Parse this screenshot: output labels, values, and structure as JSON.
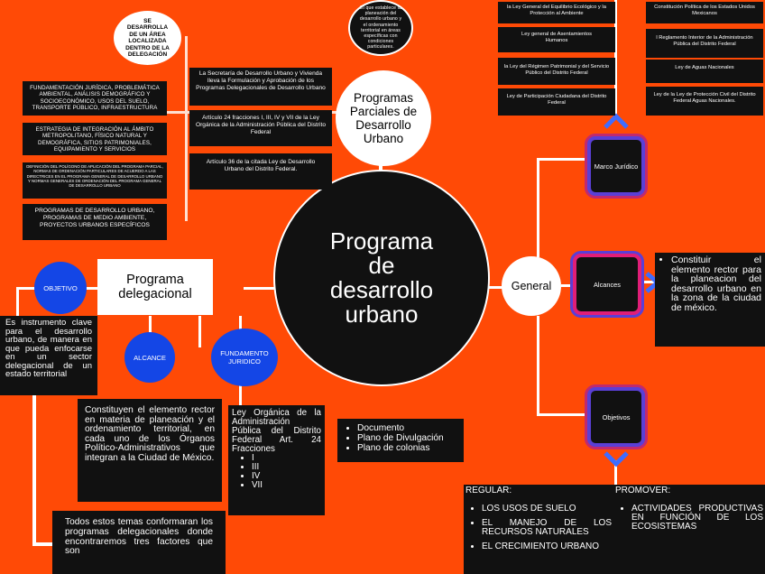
{
  "center": {
    "title": "Programa de desarrollo urbano"
  },
  "parciales": {
    "title": "Programas Parciales de Desarrollo Urbano",
    "top_circle": "El que establece la planeación del desarrollo urbano y el ordenamiento territorial en áreas específicas con condiciones particulares.",
    "left_circle": "SE DESARROLLA DE UN ÁREA LOCALIZADA DENTRO DE LA DELEGACIÓN",
    "left_items": [
      "FUNDAMENTACIÓN JURÍDICA, PROBLEMÁTICA AMBIENTAL, ANÁLISIS DEMOGRÁFICO Y SOCIOECONÓMICO, USOS DEL SUELO, TRANSPORTE PÚBLICO, INFRAESTRUCTURA",
      "ESTRATEGIA DE INTEGRACIÓN AL ÁMBITO METROPOLITANO, FÍSICO NATURAL Y DEMOGRÁFICA, SITIOS PATRIMONIALES, EQUIPAMIENTO Y SERVICIOS",
      "DEFINICIÓN DEL POLÍGONO DE APLICACIÓN DEL PROGRAMA PARCIAL, NORMAS DE ORDENACIÓN PARTICULARES DE ACUERDO A LAS DIRECTRICES EN EL PROGRAMA GENERAL DE DESARROLLO URBANO Y NORMAS GENERALES DE ORDENACIÓN DEL PROGRAMA GENERAL DE DESARROLLO URBANO",
      "PROGRAMAS DE DESARROLLO URBANO, PROGRAMAS DE MEDIO AMBIENTE, PROYECTOS URBANOS ESPECÍFICOS"
    ],
    "right_items": [
      "La Secretaría de Desarrollo Urbano y Vivienda lleva la Formulación y Aprobación de los Programas Delegacionales de Desarrollo Urbano",
      "Artículo 24 fracciones I, III, IV y VII de la Ley Orgánica de la Administración Pública del Distrito Federal",
      "Artículo 36 de la citada Ley de Desarrollo Urbano del Distrito Federal."
    ]
  },
  "general": {
    "title": "General",
    "marco_label": "Marco Jurídico",
    "marco_items": [
      "la Ley General del Equilibrio Ecológico y la Protección al Ambiente",
      "Constitución Política de los Estados Unidos Mexicanos",
      "Ley general de Asentamientos Humanos",
      "l Reglamento Interior de la Administración Pública del Distrito Federal",
      "la Ley del Régimen Patrimonial y del Servicio Público del Distrito Federal",
      "Ley de Aguas Nacionales",
      "Ley de Participación Ciudadana del Distrito Federal",
      "Ley de la Ley de Protección Civil del Distrito Federal Aguas Nacionales."
    ],
    "alcances_label": "Alcances",
    "alcances_text": "Constituir el elemento rector para la planeacion del desarrollo urbano en la zona de la ciudad de méxico.",
    "objetivos_label": "Objetivos",
    "regular_title": "REGULAR:",
    "regular_items": [
      "LOS USOS DE SUELO",
      "EL MANEJO DE LOS RECURSOS NATURALES",
      "EL CRECIMIENTO URBANO"
    ],
    "promover_title": "PROMOVER:",
    "promover_items": [
      "ACTIVIDADES PRODUCTIVAS EN FUNCIÓN DE LOS ECOSISTEMAS"
    ]
  },
  "delegacional": {
    "title": "Programa delegacional",
    "objetivo_label": "OBJETIVO",
    "objetivo_text": "Es instrumento clave para el desarrollo urbano, de manera en que pueda enfocarse en un sector delegacional de un estado territorial",
    "alcance_label": "ALCANCE",
    "alcance_text": "Constituyen el elemento rector en materia de planeación y el ordenamiento territorial, en cada uno de los Órganos Político-Administrativos que integran a la Ciudad de México.",
    "fundamento_label": "FUNDAMENTO JURIDICO",
    "fundamento_text": "Ley Orgánica de la Administración Pública del Distrito Federal Art. 24 Fracciones",
    "fundamento_items": [
      "I",
      "III",
      "IV",
      "VII"
    ],
    "docs": [
      "Documento",
      "Plano de Divulgación",
      "Plano de colonias"
    ],
    "footer_text": "Todos estos temas conformaran los programas delegacionales donde encontraremos tres factores que son"
  }
}
